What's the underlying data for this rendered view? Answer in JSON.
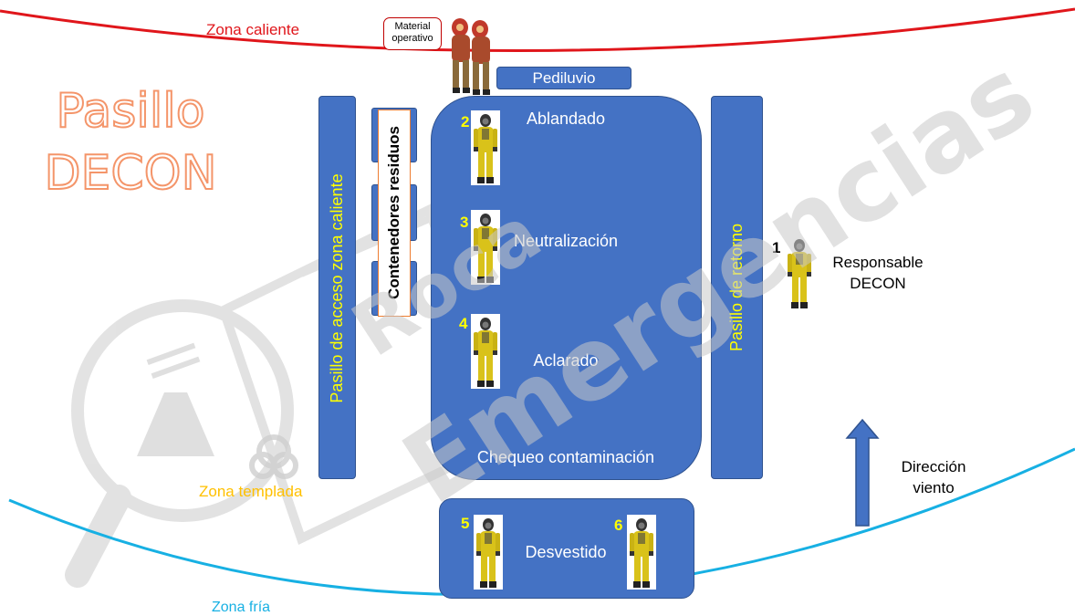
{
  "title": {
    "line1": "Pasillo",
    "line2": "DECON"
  },
  "zones": {
    "hot": "Zona caliente",
    "warm": "Zona templada",
    "cold": "Zona fría"
  },
  "material": "Material operativo",
  "footbath": "Pediluvio",
  "access_corridor": "Pasillo de acceso zona caliente",
  "waste_containers": "Contenedores residuos",
  "return_corridor": "Pasillo de retorno",
  "stages": {
    "softening": "Ablandado",
    "neutralization": "Neutralización",
    "rinsing": "Aclarado",
    "check": "Chequeo contaminación",
    "undressing": "Desvestido"
  },
  "numbers": {
    "n1": "1",
    "n2": "2",
    "n3": "3",
    "n4": "4",
    "n5": "5",
    "n6": "6"
  },
  "responsible": {
    "line1": "Responsable",
    "line2": "DECON"
  },
  "wind": {
    "line1": "Dirección",
    "line2": "viento"
  },
  "watermark": {
    "line1": "Roca",
    "line2": "Emergencias"
  },
  "colors": {
    "box": "#4472c4",
    "hot_line": "#e0161b",
    "cold_line": "#17b0e3",
    "title_orange": "#f4956a",
    "label_yellow": "#ffff00",
    "warm_orange": "#ffc000"
  }
}
